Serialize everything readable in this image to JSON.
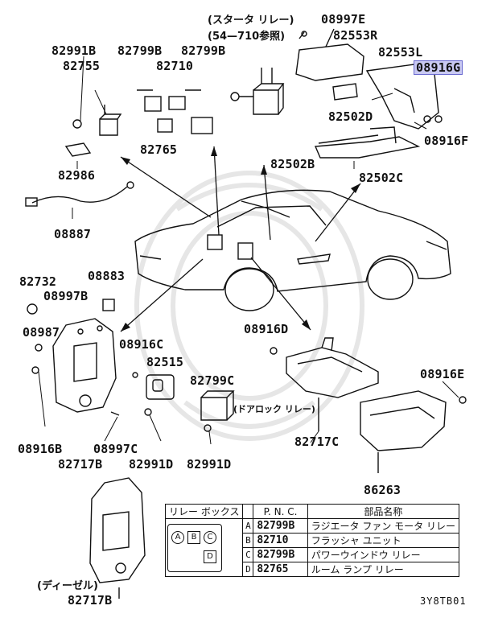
{
  "labels": {
    "starter_relay_line1": "(スタータ リレー)",
    "starter_relay_line2": "(54—710参照)",
    "p08997E": "08997E",
    "p82553R": "82553R",
    "p82553L": "82553L",
    "p08916G": "08916G",
    "p82502D": "82502D",
    "p08916F": "08916F",
    "p82502B": "82502B",
    "p82502C": "82502C",
    "p82991B": "82991B",
    "p82755": "82755",
    "p82799B_a": "82799B",
    "p82799B_b": "82799B",
    "p82710": "82710",
    "p82765": "82765",
    "p82986": "82986",
    "p08887": "08887",
    "p82732": "82732",
    "p08997B": "08997B",
    "p08883": "08883",
    "p08987": "08987",
    "p08916C": "08916C",
    "p82515": "82515",
    "p08916B": "08916B",
    "p08997C": "08997C",
    "p82717B": "82717B",
    "p82991D_a": "82991D",
    "p82991D_b": "82991D",
    "p82799C": "82799C",
    "door_lock_relay": "(ドアロック リレー)",
    "p08916D": "08916D",
    "p82717C": "82717C",
    "p08916E": "08916E",
    "p86263": "86263",
    "diesel": "(ディーゼル)",
    "p82717B_diesel": "82717B",
    "figure_code": "3Y8TB01"
  },
  "legend": {
    "relay_box_header": "リレー ボックス",
    "pnc_header": "P. N. C.",
    "name_header": "部品名称",
    "box_letters": [
      "A",
      "B",
      "C",
      "D"
    ],
    "rows": [
      {
        "slot": "A",
        "pnc": "82799B",
        "name": "ラジエータ ファン モータ リレー"
      },
      {
        "slot": "B",
        "pnc": "82710",
        "name": "フラッシャ ユニット"
      },
      {
        "slot": "C",
        "pnc": "82799B",
        "name": "パワーウインドウ リレー"
      },
      {
        "slot": "D",
        "pnc": "82765",
        "name": "ルーム ランプ リレー"
      }
    ]
  },
  "colors": {
    "ink": "#111111",
    "highlight": "#c9c9f2",
    "highlight_border": "#6a6ad0",
    "watermark": "#e6e6e6"
  }
}
